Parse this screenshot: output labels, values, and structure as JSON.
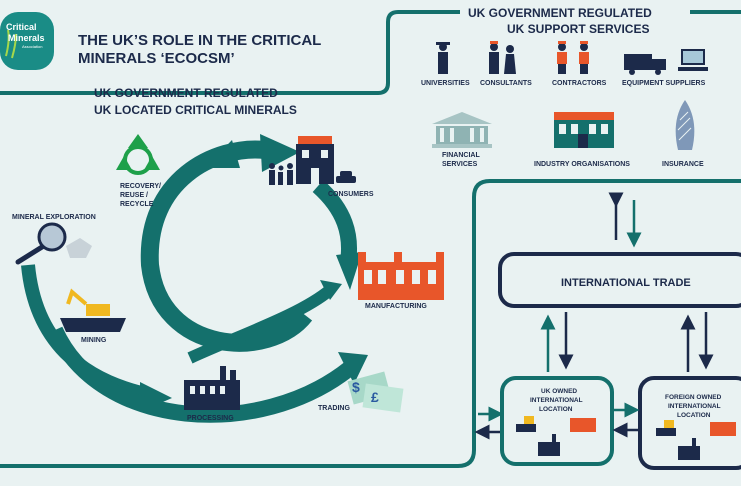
{
  "logo": {
    "line1": "Critical",
    "line2": "Minerals",
    "line3": "Association"
  },
  "title": {
    "line1": "THE UK’S ROLE IN THE CRITICAL",
    "line2": "MINERALS ‘ECOCSM’"
  },
  "located": {
    "line1": "UK GOVERNMENT REGULATED",
    "line2": "UK LOCATED CRITICAL MINERALS"
  },
  "support": {
    "line1": "UK GOVERNMENT REGULATED",
    "line2": "UK SUPPORT SERVICES"
  },
  "services": {
    "universities": "UNIVERSITIES",
    "consultants": "CONSULTANTS",
    "contractors": "CONTRACTORS",
    "equipment": "EQUIPMENT SUPPLIERS",
    "financial_1": "FINANCIAL",
    "financial_2": "SERVICES",
    "industry": "INDUSTRY ORGANISATIONS",
    "insurance": "INSURANCE"
  },
  "cycle": {
    "recovery_1": "RECOVERY/",
    "recovery_2": "REUSE /",
    "recovery_3": "RECYCLE",
    "consumers": "CONSUMERS",
    "exploration": "MINERAL EXPLORATION",
    "mining": "MINING",
    "manufacturing": "MANUFACTURING",
    "processing": "PROCESSING",
    "trading": "TRADING"
  },
  "trade": {
    "international": "INTERNATIONAL TRADE",
    "uk_owned_1": "UK OWNED",
    "uk_owned_2": "INTERNATIONAL",
    "uk_owned_3": "LOCATION",
    "foreign_owned_1": "FOREIGN OWNED",
    "foreign_owned_2": "INTERNATIONAL",
    "foreign_owned_3": "LOCATION"
  },
  "colors": {
    "teal": "#14706c",
    "navy": "#1c2a4a",
    "orange": "#e8562a",
    "background": "#e9f2f2"
  }
}
